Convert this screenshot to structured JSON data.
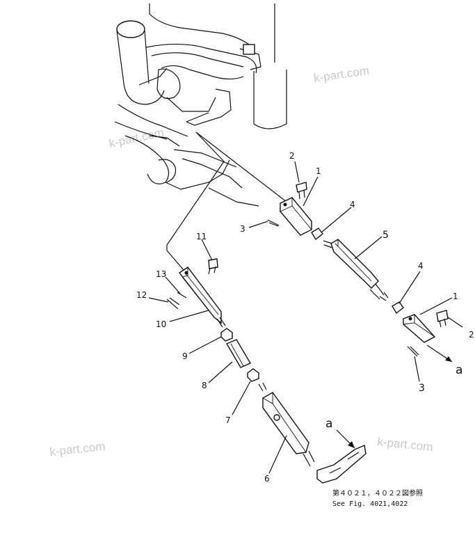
{
  "callouts": [
    "1",
    "2",
    "3",
    "4",
    "5",
    "4",
    "1",
    "2",
    "3",
    "11",
    "13",
    "12",
    "10",
    "9",
    "8",
    "7",
    "6"
  ],
  "arrow_labels": [
    "a",
    "a"
  ],
  "watermarks": [
    "k-part.com",
    "k-part.com",
    "k-part.com",
    "k-part.com"
  ],
  "reference": {
    "line1": "第４０２１，４０２２図参照",
    "line2": "See Fig. 4021,4022"
  }
}
